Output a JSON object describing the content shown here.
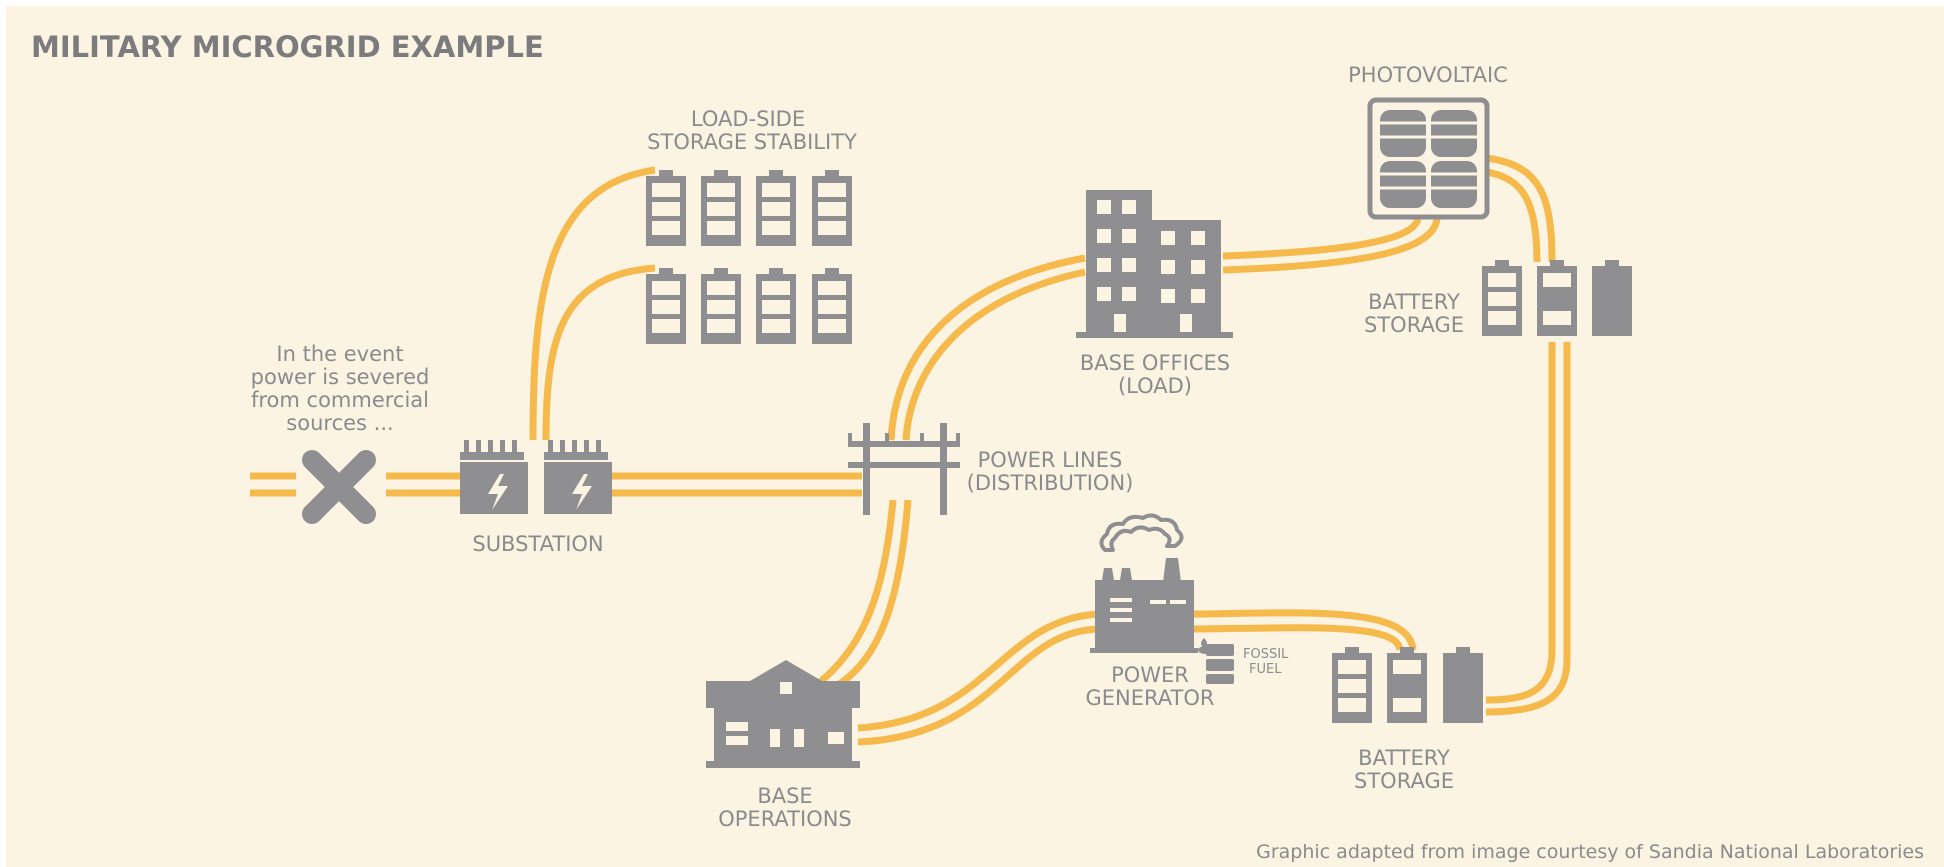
{
  "title": "MILITARY MICROGRID EXAMPLE",
  "labels": {
    "load_side_line1": "LOAD-SIDE",
    "load_side_line2": "STORAGE STABILITY",
    "photovoltaic": "PHOTOVOLTAIC",
    "battery_top_line1": "BATTERY",
    "battery_top_line2": "STORAGE",
    "base_offices_line1": "BASE OFFICES",
    "base_offices_line2": "(LOAD)",
    "event_line1": "In the event",
    "event_line2": "power is severed",
    "event_line3": "from commercial",
    "event_line4": "sources ...",
    "substation": "SUBSTATION",
    "power_lines_line1": "POWER LINES",
    "power_lines_line2": "(DISTRIBUTION)",
    "power_generator_line1": "POWER",
    "power_generator_line2": "GENERATOR",
    "fossil_line1": "FOSSIL",
    "fossil_line2": "FUEL",
    "battery_bottom_line1": "BATTERY",
    "battery_bottom_line2": "STORAGE",
    "base_operations_line1": "BASE",
    "base_operations_line2": "OPERATIONS"
  },
  "credit": "Graphic adapted from image courtesy of Sandia National Laboratories",
  "colors": {
    "background": "#fbf4e2",
    "wire": "#f6b94b",
    "icon": "#8f8f91",
    "text": "#8b8b8d"
  }
}
